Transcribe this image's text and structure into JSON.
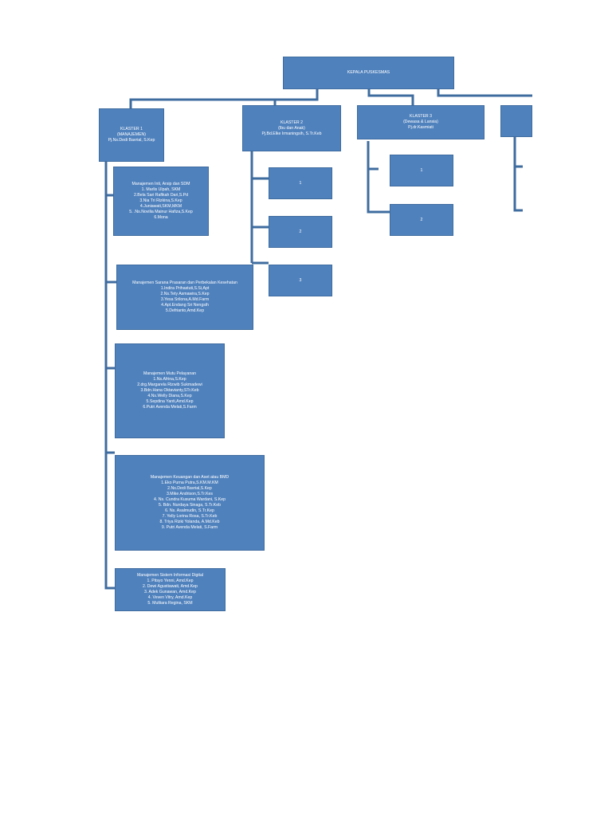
{
  "head": {
    "title": "KEPALA PUSKESMAS"
  },
  "klaster1": {
    "lines": [
      "KLASTER 1",
      "(MANAJEMEN)",
      "Pj.Ns.Dedi Bavrial, S.Kep"
    ]
  },
  "klaster2": {
    "lines": [
      "KLASTER 2",
      "(Ibu dan Anak)",
      "Pj.Bd.Elke Irmaningsih, S.Tr.Keb"
    ]
  },
  "klaster3": {
    "lines": [
      "KLASTER 3",
      "(Dewasa & Lansia)",
      "Pj.dr.Kasmiati"
    ]
  },
  "klaster4": {
    "lines": []
  },
  "k1_units": [
    {
      "lines": [
        "Manajemen Inti, Arsip dan SDM",
        "1. Marlis Ulpah, SKM",
        "2.Bela Sari Rafikah Dari,S.Pd",
        "3.Nia Tri Rizkina,S.Kep",
        "4.Juniawati,SKM,MKM",
        "5. .Ns.Novilia Mainur Hafiza,S.Kep",
        "6.Mona"
      ]
    },
    {
      "lines": [
        "Manajemen Sarana Prasaran dan Perbekalan Kesehatan",
        "1.Indira Prihastuti,S.Si,Apt",
        "2.Ns.Tety Asmawira,S.Kep",
        "3.Yesa Srilona,A.Md.Farm",
        "4.Apt.Endang Sri Nengsih",
        "5.Defrianto,Amd.Kep"
      ]
    },
    {
      "lines": [
        "Manajemen Mutu Pelayanan",
        "1.Ns.Afrina,S.Kep",
        "2.drg.Margarela Rizwib Sukmadewi",
        "3.Bdn.Hana Oktavianty,STr.Keb",
        "4.Ns.Welly Diana,S.Kep",
        "5.Sepdina Yanti,Amd.Kep",
        "6.Putri Avenda Melati,S.Farm"
      ]
    },
    {
      "lines": [
        "Manajemen Keuangan dan Aset atau BMD",
        "1.Eko Purna Putra,S.KM.M.KM",
        "2.Ns.Dedi Bavrial,S.Kep",
        "3.Mike Andrison,S.Tr.Kes",
        "4. Ns. Cundra Kusuma Wardani, S.Kep",
        "5. Bdn. Nurdaya Sinaga, S.Tr.Keb",
        "6. Ns. Asalmudin, S.Tr.Kep",
        "7. Yelly Lorina Rosa, S.Tr.Keb",
        "8. Triya Rizki Yolanda, A.Md.Keb",
        "9. Putri Avenda Melati, S.Farm"
      ]
    },
    {
      "lines": [
        "Manajemen Sistem Informasi Digital",
        "1. Pitsyo Yenni, Amd.Kep",
        "2. Dewi Agustiawati, Amd.Kep",
        "3. Adek Gunawan, Amd.Kep",
        "4. Veven Vitry, Amd.Kep",
        "5. Multiara Regina, SKM"
      ]
    }
  ],
  "k2_units": [
    {
      "label": "1"
    },
    {
      "label": "2"
    },
    {
      "label": "3"
    }
  ],
  "k3_units": [
    {
      "label": "1"
    },
    {
      "label": "2"
    }
  ],
  "colors": {
    "box_fill": "#4f81bd",
    "box_border": "#3f6c9f",
    "text": "#ffffff"
  }
}
